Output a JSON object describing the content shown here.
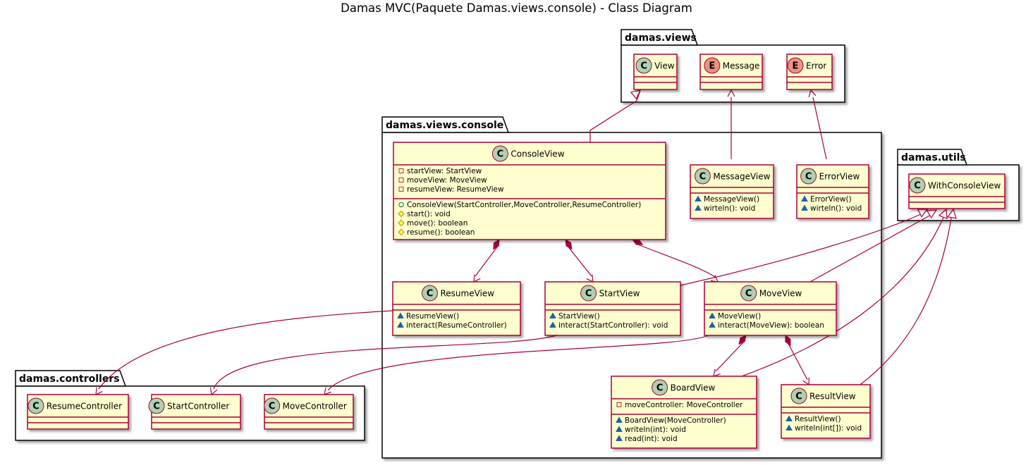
{
  "title": "Damas MVC(Paquete Damas.views.console) - Class Diagram",
  "colors": {
    "class_fill": "#FEFECE",
    "class_border": "#A80036",
    "class_icon": "#ADD1B2",
    "enum_icon": "#EB937F",
    "package_fill": "#FFFFFF",
    "arrow": "#A80036",
    "member_visibility_private": "#C82930",
    "member_visibility_public": "#84BE84",
    "member_visibility_protected": "#FFFF44",
    "member_visibility_package": "#1963A0"
  },
  "packages": {
    "views": {
      "name": "damas.views"
    },
    "console": {
      "name": "damas.views.console"
    },
    "utils": {
      "name": "damas.utils"
    },
    "controllers": {
      "name": "damas.controllers"
    }
  },
  "classes": {
    "view": {
      "name": "View",
      "stereotype": "C",
      "attributes": [],
      "methods": []
    },
    "message": {
      "name": "Message",
      "stereotype": "E",
      "attributes": [],
      "methods": []
    },
    "error": {
      "name": "Error",
      "stereotype": "E",
      "attributes": [],
      "methods": []
    },
    "consoleView": {
      "name": "ConsoleView",
      "stereotype": "C",
      "attributes": [
        {
          "vis": "private",
          "text": "startView: StartView"
        },
        {
          "vis": "private",
          "text": "moveView: MoveView"
        },
        {
          "vis": "private",
          "text": "resumeView: ResumeView"
        }
      ],
      "methods": [
        {
          "vis": "public",
          "text": "ConsoleView(StartController,MoveController,ResumeController)"
        },
        {
          "vis": "protected",
          "text": "start(): void"
        },
        {
          "vis": "protected",
          "text": "move(): boolean"
        },
        {
          "vis": "protected",
          "text": "resume(): boolean"
        }
      ]
    },
    "messageView": {
      "name": "MessageView",
      "stereotype": "C",
      "attributes": [],
      "methods": [
        {
          "vis": "package",
          "text": "MessageView()"
        },
        {
          "vis": "package",
          "text": "wirteln(): void"
        }
      ]
    },
    "errorView": {
      "name": "ErrorView",
      "stereotype": "C",
      "attributes": [],
      "methods": [
        {
          "vis": "package",
          "text": "ErrorView()"
        },
        {
          "vis": "package",
          "text": "wirteln(): void"
        }
      ]
    },
    "withConsoleView": {
      "name": "WithConsoleView",
      "stereotype": "C",
      "attributes": [],
      "methods": []
    },
    "resumeView": {
      "name": "ResumeView",
      "stereotype": "C",
      "attributes": [],
      "methods": [
        {
          "vis": "package",
          "text": "ResumeView()"
        },
        {
          "vis": "package",
          "text": "interact(ResumeController)"
        }
      ]
    },
    "startView": {
      "name": "StartView",
      "stereotype": "C",
      "attributes": [],
      "methods": [
        {
          "vis": "package",
          "text": "StartView()"
        },
        {
          "vis": "package",
          "text": "interact(StartController): void"
        }
      ]
    },
    "moveView": {
      "name": "MoveView",
      "stereotype": "C",
      "attributes": [],
      "methods": [
        {
          "vis": "package",
          "text": "MoveView()"
        },
        {
          "vis": "package",
          "text": "interact(MoveView): boolean"
        }
      ]
    },
    "boardView": {
      "name": "BoardView",
      "stereotype": "C",
      "attributes": [
        {
          "vis": "private",
          "text": "moveController: MoveController"
        }
      ],
      "methods": [
        {
          "vis": "package",
          "text": "BoardView(MoveController)"
        },
        {
          "vis": "package",
          "text": "writeln(int): void"
        },
        {
          "vis": "package",
          "text": "read(int): void"
        }
      ]
    },
    "resultView": {
      "name": "ResultView",
      "stereotype": "C",
      "attributes": [],
      "methods": [
        {
          "vis": "package",
          "text": "ResultView()"
        },
        {
          "vis": "package",
          "text": "writeln(int[]): void"
        }
      ]
    },
    "resumeController": {
      "name": "ResumeController",
      "stereotype": "C",
      "attributes": [],
      "methods": []
    },
    "startController": {
      "name": "StartController",
      "stereotype": "C",
      "attributes": [],
      "methods": []
    },
    "moveController": {
      "name": "MoveController",
      "stereotype": "C",
      "attributes": [],
      "methods": []
    }
  }
}
